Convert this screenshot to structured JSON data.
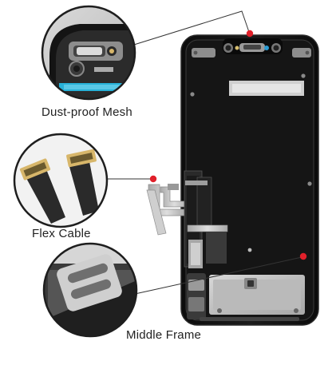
{
  "labels": {
    "dust_mesh": "Dust-proof Mesh",
    "flex_cable": "Flex Cable",
    "middle_frame": "Middle Frame"
  },
  "colors": {
    "marker": "#e0202a",
    "leader": "#333333",
    "phone_body": "#111111",
    "panel_metal": "#c9c9c9",
    "flex_silver": "#bfbfbf",
    "flex_dark": "#262626",
    "cable_connector": "#d7b66a",
    "accent_blue": "#27b1d8"
  },
  "icons": {
    "marker": "red-dot-marker-icon"
  }
}
